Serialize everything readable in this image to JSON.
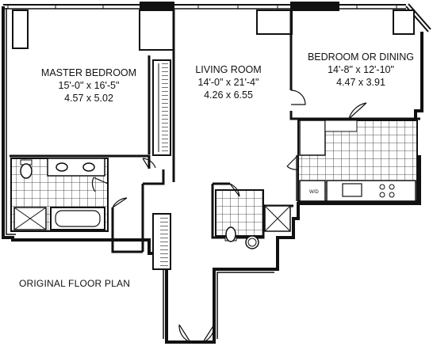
{
  "rooms": {
    "master": {
      "name": "MASTER BEDROOM",
      "imperial": "15'-0\" x 16'-5\"",
      "metric": "4.57 x 5.02"
    },
    "living": {
      "name": "LIVING ROOM",
      "imperial": "14'-0\" x 21'-4\"",
      "metric": "4.26 x 6.55"
    },
    "dining": {
      "name": "BEDROOM OR DINING",
      "imperial": "14'-8\" x 12'-10\"",
      "metric": "4.47 x 3.91"
    }
  },
  "caption": "ORIGINAL FLOOR PLAN",
  "appliance_labels": {
    "washer_dryer": "W/D"
  }
}
